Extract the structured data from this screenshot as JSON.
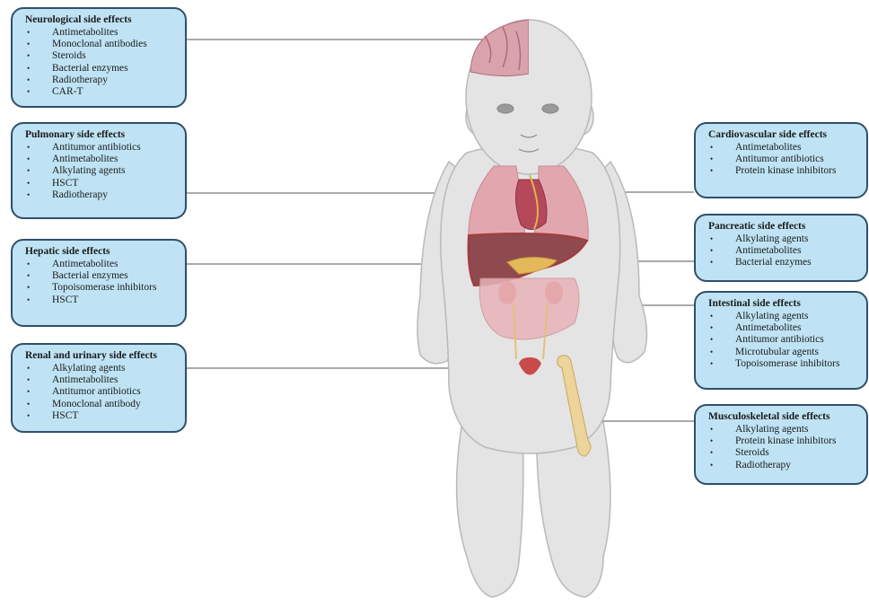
{
  "boxes": {
    "neuro": {
      "title": "Neurological side effects",
      "items": [
        "Antimetabolites",
        "Monoclonal antibodies",
        "Steroids",
        "Bacterial enzymes",
        "Radiotherapy",
        "CAR-T"
      ]
    },
    "pulmonary": {
      "title": "Pulmonary side effects",
      "items": [
        "Antitumor antibiotics",
        "Antimetabolites",
        "Alkylating agents",
        "HSCT",
        "Radiotherapy"
      ]
    },
    "hepatic": {
      "title": "Hepatic side effects",
      "items": [
        "Antimetabolites",
        "Bacterial enzymes",
        "Topoisomerase inhibitors",
        "HSCT"
      ]
    },
    "renal": {
      "title": "Renal and urinary side effects",
      "items": [
        "Alkylating agents",
        "Antimetabolites",
        "Antitumor antibiotics",
        "Monoclonal antibody",
        "HSCT"
      ]
    },
    "cardio": {
      "title": "Cardiovascular side effects",
      "items": [
        "Antimetabolites",
        "Antitumor antibiotics",
        "Protein kinase inhibitors"
      ]
    },
    "pancreatic": {
      "title": "Pancreatic side effects",
      "items": [
        "Alkylating agents",
        "Antimetabolites",
        "Bacterial enzymes"
      ]
    },
    "intestinal": {
      "title": "Intestinal side effects",
      "items": [
        "Alkylating agents",
        "Antimetabolites",
        "Antitumor antibiotics",
        "Microtubular agents",
        "Topoisomerase inhibitors"
      ]
    },
    "musculo": {
      "title": "Musculoskeletal side effects",
      "items": [
        "Alkylating agents",
        "Protein kinase inhibitors",
        "Steroids",
        "Radiotherapy"
      ]
    }
  },
  "colors": {
    "box_fill": "#bfe3f4",
    "box_border": "#2f4f6b",
    "connector": "#555555",
    "skin": "#e6e6e6",
    "organ_red": "#c76a74",
    "bone": "#e8cf8e"
  }
}
